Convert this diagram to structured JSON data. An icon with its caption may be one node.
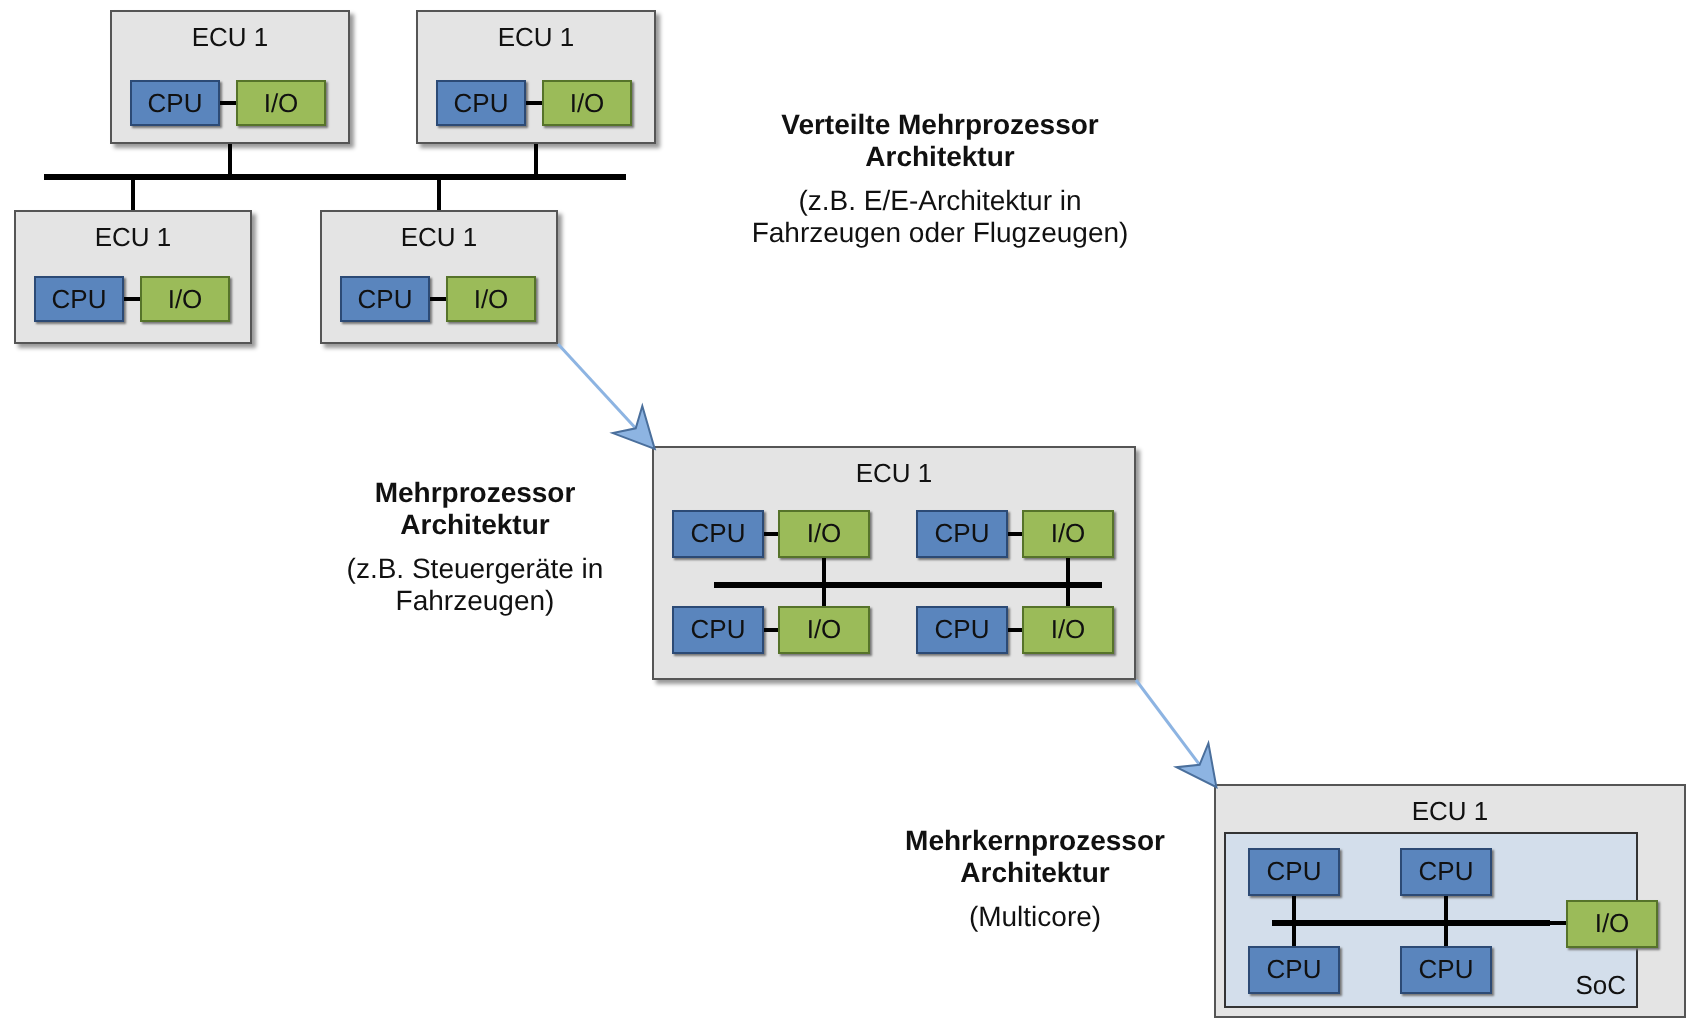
{
  "diagram": {
    "nodes": [
      {
        "text": [
          "ECU 1"
        ]
      },
      {
        "text": [
          "CPU"
        ],
        "in": 0
      },
      {
        "text": [
          "I/O"
        ],
        "in": 0
      },
      {
        "text": [
          "ECU 1"
        ]
      },
      {
        "text": [
          "CPU"
        ],
        "in": 3
      },
      {
        "text": [
          "I/O"
        ],
        "in": 3
      },
      {
        "text": [],
        "shape": "bar"
      },
      {
        "text": [
          "ECU 1"
        ]
      },
      {
        "text": [
          "CPU"
        ],
        "in": 7
      },
      {
        "text": [
          "I/O"
        ],
        "in": 7
      },
      {
        "text": [
          "ECU 1"
        ]
      },
      {
        "text": [
          "CPU"
        ],
        "in": 10
      },
      {
        "text": [
          "I/O"
        ],
        "in": 10
      },
      {
        "text": [
          "ECU 1"
        ]
      },
      {
        "text": [
          "CPU"
        ],
        "in": 13
      },
      {
        "text": [
          "I/O"
        ],
        "in": 13
      },
      {
        "text": [
          "CPU"
        ],
        "in": 13
      },
      {
        "text": [
          "I/O"
        ],
        "in": 13
      },
      {
        "text": [],
        "shape": "bar",
        "in": 13
      },
      {
        "text": [
          "CPU"
        ],
        "in": 13
      },
      {
        "text": [
          "I/O"
        ],
        "in": 13
      },
      {
        "text": [
          "CPU"
        ],
        "in": 13
      },
      {
        "text": [
          "I/O"
        ],
        "in": 13
      },
      {
        "text": [
          "ECU 1"
        ]
      },
      {
        "text": [
          "SoC"
        ],
        "in": 23
      },
      {
        "text": [
          "CPU"
        ],
        "in": 24
      },
      {
        "text": [
          "CPU"
        ],
        "in": 24
      },
      {
        "text": [],
        "shape": "bar",
        "in": 24
      },
      {
        "text": [
          "I/O"
        ],
        "in": 24
      },
      {
        "text": [
          "CPU"
        ],
        "in": 24
      },
      {
        "text": [
          "CPU"
        ],
        "in": 24
      }
    ],
    "edges": [
      {
        "from": 1,
        "to": 2,
        "arrow": "none"
      },
      {
        "from": 4,
        "to": 5,
        "arrow": "none"
      },
      {
        "from": 0,
        "to": 6,
        "arrow": "none"
      },
      {
        "from": 3,
        "to": 6,
        "arrow": "none"
      },
      {
        "from": 6,
        "to": 7,
        "arrow": "none"
      },
      {
        "from": 6,
        "to": 10,
        "arrow": "none"
      },
      {
        "from": 8,
        "to": 9,
        "arrow": "none"
      },
      {
        "from": 11,
        "to": 12,
        "arrow": "none"
      },
      {
        "from": 10,
        "to": 13,
        "arrow": "to",
        "color": "#8db4e2"
      },
      {
        "from": 14,
        "to": 15,
        "arrow": "none"
      },
      {
        "from": 16,
        "to": 17,
        "arrow": "none"
      },
      {
        "from": 15,
        "to": 18,
        "arrow": "none"
      },
      {
        "from": 17,
        "to": 18,
        "arrow": "none"
      },
      {
        "from": 18,
        "to": 20,
        "arrow": "none"
      },
      {
        "from": 18,
        "to": 22,
        "arrow": "none"
      },
      {
        "from": 19,
        "to": 20,
        "arrow": "none"
      },
      {
        "from": 21,
        "to": 22,
        "arrow": "none"
      },
      {
        "from": 13,
        "to": 23,
        "arrow": "to",
        "color": "#8db4e2"
      },
      {
        "from": 25,
        "to": 27,
        "arrow": "none"
      },
      {
        "from": 26,
        "to": 27,
        "arrow": "none"
      },
      {
        "from": 27,
        "to": 28,
        "arrow": "none"
      },
      {
        "from": 27,
        "to": 29,
        "arrow": "none"
      },
      {
        "from": 27,
        "to": 30,
        "arrow": "none"
      }
    ],
    "labels": [
      "Verteilte Mehrprozessor Architektur",
      "(z.B. E/E-Architektur in Fahrzeugen oder Flugzeugen)",
      "Mehrprozessor Architektur",
      "(z.B. Steuergeräte in Fahrzeugen)",
      "Mehrkernprozessor Architektur",
      "(Multicore)"
    ]
  }
}
